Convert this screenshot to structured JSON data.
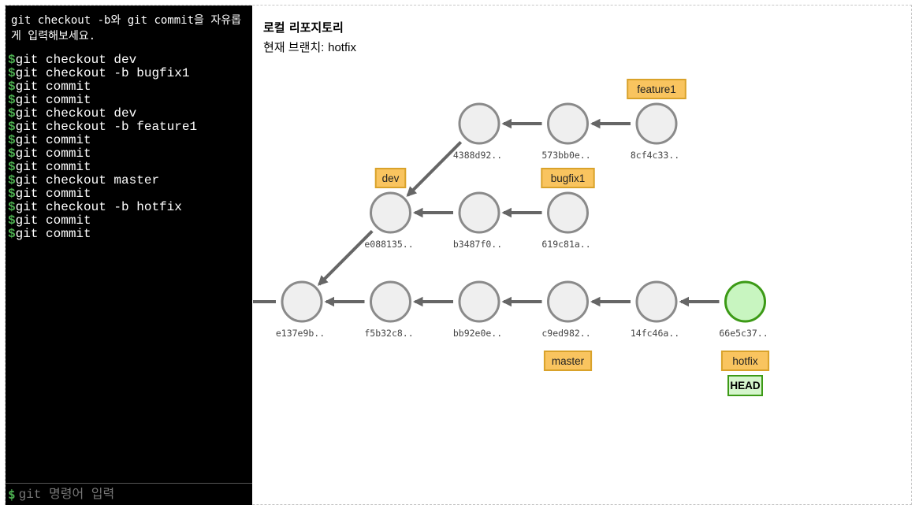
{
  "terminal": {
    "instructions": "git checkout -b와 git commit을 자유롭게 입력해보세요.",
    "prompt": "$",
    "history": [
      "git checkout dev",
      "git checkout -b bugfix1",
      "git commit",
      "git commit",
      "git checkout dev",
      "git checkout -b feature1",
      "git commit",
      "git commit",
      "git commit",
      "git checkout master",
      "git commit",
      "git checkout -b hotfix",
      "git commit",
      "git commit"
    ],
    "input_placeholder": "git 명령어 입력"
  },
  "repo": {
    "title": "로컬 리포지토리",
    "current_branch_label": "현재 브랜치:",
    "current_branch": "hotfix"
  },
  "colors": {
    "commit_fill": "#efefef",
    "commit_stroke": "#8a8a8a",
    "head_commit_fill": "#c8f5c0",
    "head_commit_stroke": "#3c9a16",
    "branch_label_fill": "#f9c45f",
    "branch_label_stroke": "#d9a22a",
    "head_label_fill": "#d5f5cc",
    "head_label_stroke": "#3c9a16",
    "arrow": "#666666",
    "prompt": "#4caf50"
  },
  "commits": [
    {
      "id": "c1",
      "label": "e137e9b..",
      "row": 2,
      "col": 0
    },
    {
      "id": "c2",
      "label": "f5b32c8..",
      "row": 2,
      "col": 1
    },
    {
      "id": "c3",
      "label": "bb92e0e..",
      "row": 2,
      "col": 2
    },
    {
      "id": "c4",
      "label": "c9ed982..",
      "row": 2,
      "col": 3
    },
    {
      "id": "c5",
      "label": "14fc46a..",
      "row": 2,
      "col": 4
    },
    {
      "id": "c6",
      "label": "66e5c37..",
      "row": 2,
      "col": 5,
      "head": true
    },
    {
      "id": "c7",
      "label": "e088135..",
      "row": 1,
      "col": 1
    },
    {
      "id": "c8",
      "label": "b3487f0..",
      "row": 1,
      "col": 2
    },
    {
      "id": "c9",
      "label": "619c81a..",
      "row": 1,
      "col": 3
    },
    {
      "id": "c10",
      "label": "4388d92..",
      "row": 0,
      "col": 2
    },
    {
      "id": "c11",
      "label": "573bb0e..",
      "row": 0,
      "col": 3
    },
    {
      "id": "c12",
      "label": "8cf4c33..",
      "row": 0,
      "col": 4
    }
  ],
  "edges": [
    {
      "from": "c2",
      "to": "c1"
    },
    {
      "from": "c3",
      "to": "c2"
    },
    {
      "from": "c4",
      "to": "c3"
    },
    {
      "from": "c5",
      "to": "c4"
    },
    {
      "from": "c6",
      "to": "c5"
    },
    {
      "from": "c7",
      "to": "c1"
    },
    {
      "from": "c8",
      "to": "c7"
    },
    {
      "from": "c9",
      "to": "c8"
    },
    {
      "from": "c10",
      "to": "c7"
    },
    {
      "from": "c11",
      "to": "c10"
    },
    {
      "from": "c12",
      "to": "c11"
    }
  ],
  "branches": [
    {
      "name": "feature1",
      "commit": "c12",
      "position": "above"
    },
    {
      "name": "dev",
      "commit": "c7",
      "position": "above"
    },
    {
      "name": "bugfix1",
      "commit": "c9",
      "position": "above"
    },
    {
      "name": "master",
      "commit": "c4",
      "position": "below"
    },
    {
      "name": "hotfix",
      "commit": "c6",
      "position": "below"
    }
  ],
  "head": {
    "label": "HEAD",
    "branch": "hotfix"
  }
}
